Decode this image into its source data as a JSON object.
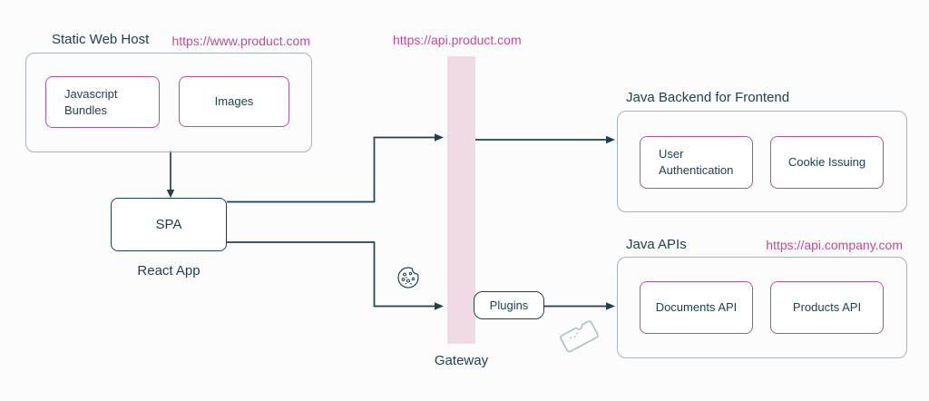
{
  "colors": {
    "ink": "#1e4152",
    "pink_border": "#b2558a",
    "pink_text": "#c44b93",
    "gateway_fill": "#efdae6",
    "container_border": "#a7b4bd",
    "background": "#fcfcfc"
  },
  "nodes": {
    "static_web_host": {
      "title": "Static Web Host",
      "url": "https://www.product.com",
      "js_bundles": "Javascript Bundles",
      "images": "Images"
    },
    "spa": {
      "label": "SPA",
      "caption": "React App"
    },
    "gateway": {
      "url": "https://api.product.com",
      "label": "Gateway",
      "plugins": "Plugins"
    },
    "java_bff": {
      "title": "Java Backend for Frontend",
      "user_auth": "User Authentication",
      "cookie_issuing": "Cookie Issuing"
    },
    "java_apis": {
      "title": "Java APIs",
      "url": "https://api.company.com",
      "documents": "Documents API",
      "products": "Products API"
    }
  },
  "icons": {
    "cookie": "cookie-icon",
    "ticket": "ticket-icon"
  },
  "edges": [
    {
      "from": "static-web-host",
      "to": "spa"
    },
    {
      "from": "spa",
      "to": "gateway"
    },
    {
      "from": "spa",
      "to": "gateway",
      "via": "cookie"
    },
    {
      "from": "gateway",
      "to": "java-backend-for-frontend"
    },
    {
      "from": "plugins",
      "to": "java-apis",
      "via": "ticket"
    }
  ]
}
